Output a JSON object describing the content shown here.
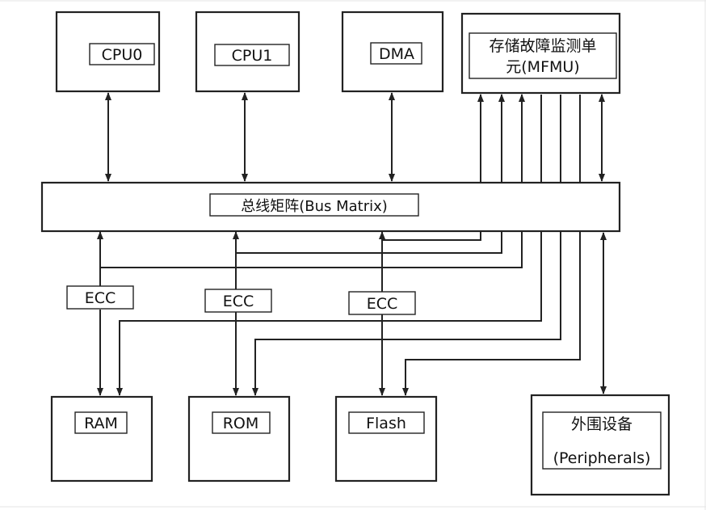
{
  "blocks": {
    "cpu0": "CPU0",
    "cpu1": "CPU1",
    "dma": "DMA",
    "mfmu_line1": "存储故障监测单",
    "mfmu_line2": "元(MFMU)",
    "bus_matrix": "总线矩阵(Bus Matrix)",
    "ecc_ram": "ECC",
    "ecc_rom": "ECC",
    "ecc_flash": "ECC",
    "ram": "RAM",
    "rom": "ROM",
    "flash": "Flash",
    "peripherals_line1": "外围设备",
    "peripherals_line2": "(Peripherals)"
  },
  "colors": {
    "stroke": "#222222",
    "background": "#ffffff",
    "frame_edge": "#e4e4e4"
  }
}
